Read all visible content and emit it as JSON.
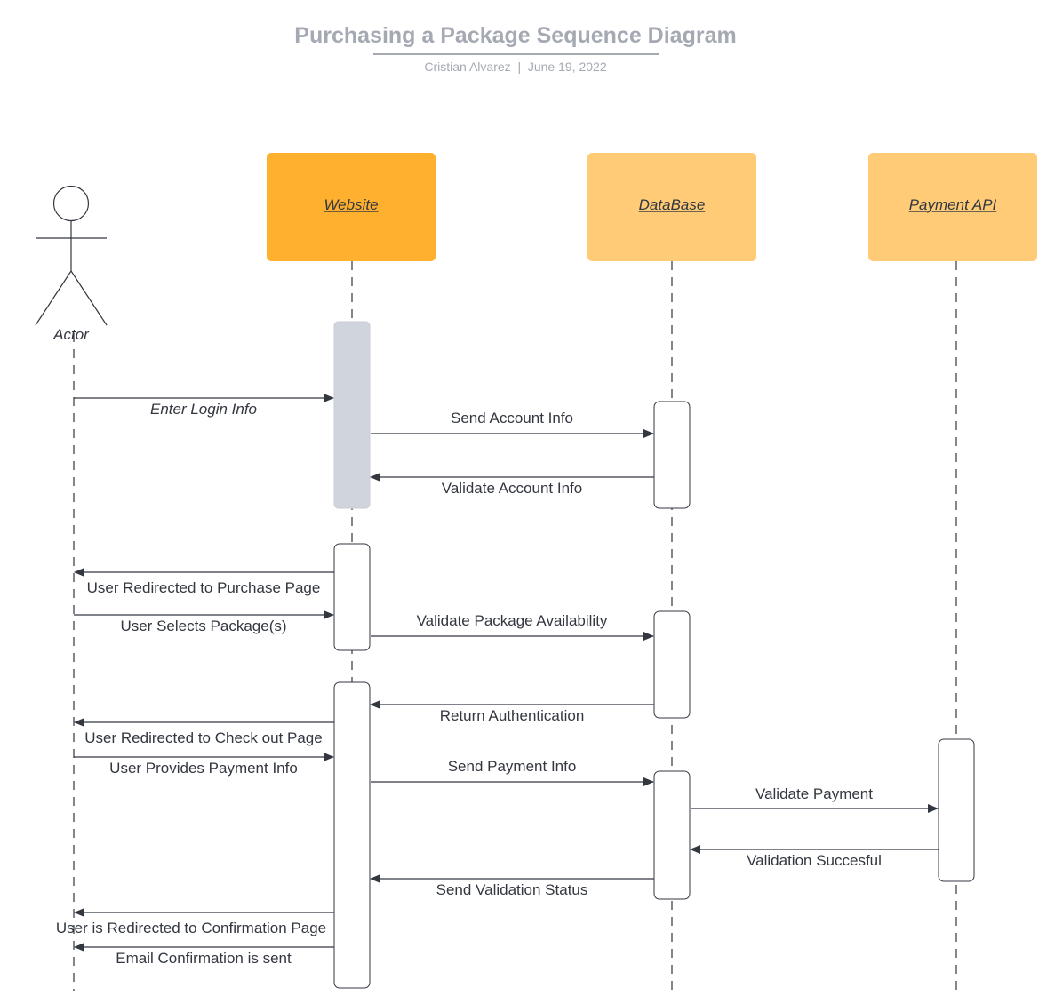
{
  "header": {
    "title": "Purchasing a Package Sequence Diagram",
    "author": "Cristian Alvarez",
    "separator": "|",
    "date": "June 19, 2022"
  },
  "colors": {
    "website_fill": "#ffb02e",
    "lifeline_fill": "#ffcb77",
    "activation_active": "#d0d5dd",
    "line": "#333740",
    "header_gray": "#a4a9b3"
  },
  "actor": {
    "label": "Actor"
  },
  "lifelines": [
    {
      "id": "website",
      "label": "Website"
    },
    {
      "id": "database",
      "label": "DataBase"
    },
    {
      "id": "payment",
      "label": "Payment API"
    }
  ],
  "messages": [
    {
      "id": "m1",
      "label": "Enter Login Info",
      "italic": true
    },
    {
      "id": "m2",
      "label": "Send Account Info"
    },
    {
      "id": "m3",
      "label": "Validate Account Info"
    },
    {
      "id": "m4",
      "label": "User Redirected to Purchase Page"
    },
    {
      "id": "m5",
      "label": "User Selects Package(s)"
    },
    {
      "id": "m6",
      "label": "Validate Package Availability"
    },
    {
      "id": "m7",
      "label": "Return Authentication"
    },
    {
      "id": "m8",
      "label": "User Redirected to Check out Page"
    },
    {
      "id": "m9",
      "label": "User Provides Payment Info"
    },
    {
      "id": "m10",
      "label": "Send Payment Info"
    },
    {
      "id": "m11",
      "label": "Validate Payment"
    },
    {
      "id": "m12",
      "label": "Validation Succesful"
    },
    {
      "id": "m13",
      "label": "Send Validation Status"
    },
    {
      "id": "m14",
      "label": "User is Redirected to Confirmation Page"
    },
    {
      "id": "m15",
      "label": "Email Confirmation is sent"
    }
  ]
}
